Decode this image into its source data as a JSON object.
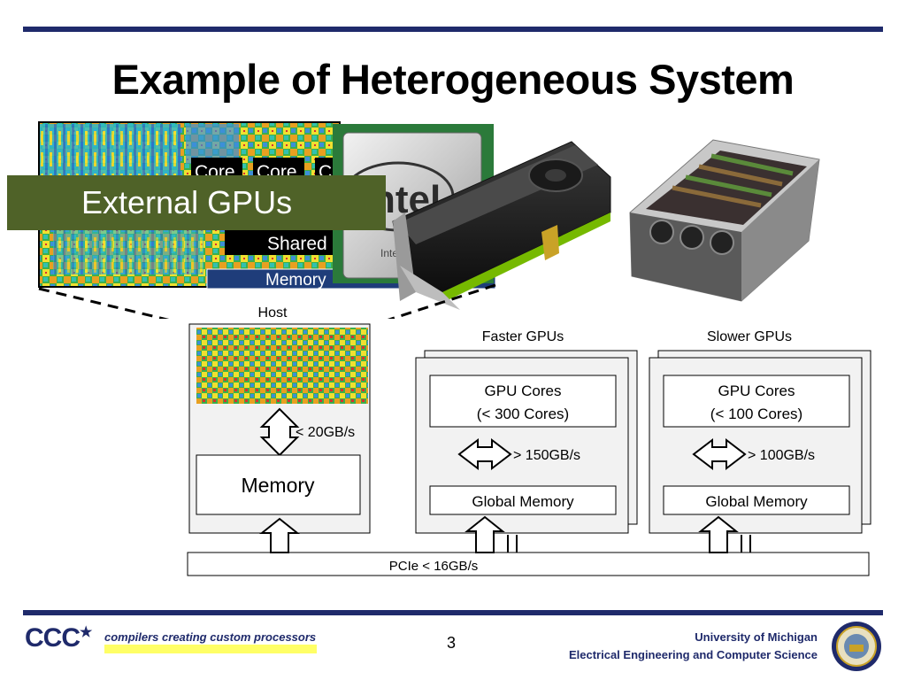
{
  "slide": {
    "title": "Example of Heterogeneous System",
    "page_number": "3"
  },
  "die_overlay": {
    "core_labels": [
      "Core",
      "Core",
      "C"
    ],
    "shared_label": "Shared",
    "memory_label": "Memory",
    "external_gpus_label": "External GPUs"
  },
  "cpu_image": {
    "brand_text": "ntel",
    "small_text": "Inte"
  },
  "diagram": {
    "host": {
      "label": "Host",
      "memory_label": "Memory",
      "bandwidth": "< 20GB/s"
    },
    "faster_gpus": {
      "label": "Faster GPUs",
      "cores_line1": "GPU Cores",
      "cores_line2": "(< 300 Cores)",
      "bandwidth": "> 150GB/s",
      "memory_label": "Global Memory"
    },
    "slower_gpus": {
      "label": "Slower GPUs",
      "cores_line1": "GPU Cores",
      "cores_line2": "(< 100 Cores)",
      "bandwidth": "> 100GB/s",
      "memory_label": "Global Memory"
    },
    "bus": {
      "label": "PCIe < 16GB/s"
    }
  },
  "footer": {
    "logo_text": "CCC",
    "tagline": "compilers creating custom processors",
    "university": "University of Michigan",
    "department": "Electrical Engineering and Computer Science"
  },
  "colors": {
    "rule": "#1f2a6b",
    "external_gpus_bg": "#4f6228",
    "memory_bar": "#1f3d7a",
    "footer_text": "#1f2a6b",
    "tagline_highlight": "#ffff66"
  }
}
